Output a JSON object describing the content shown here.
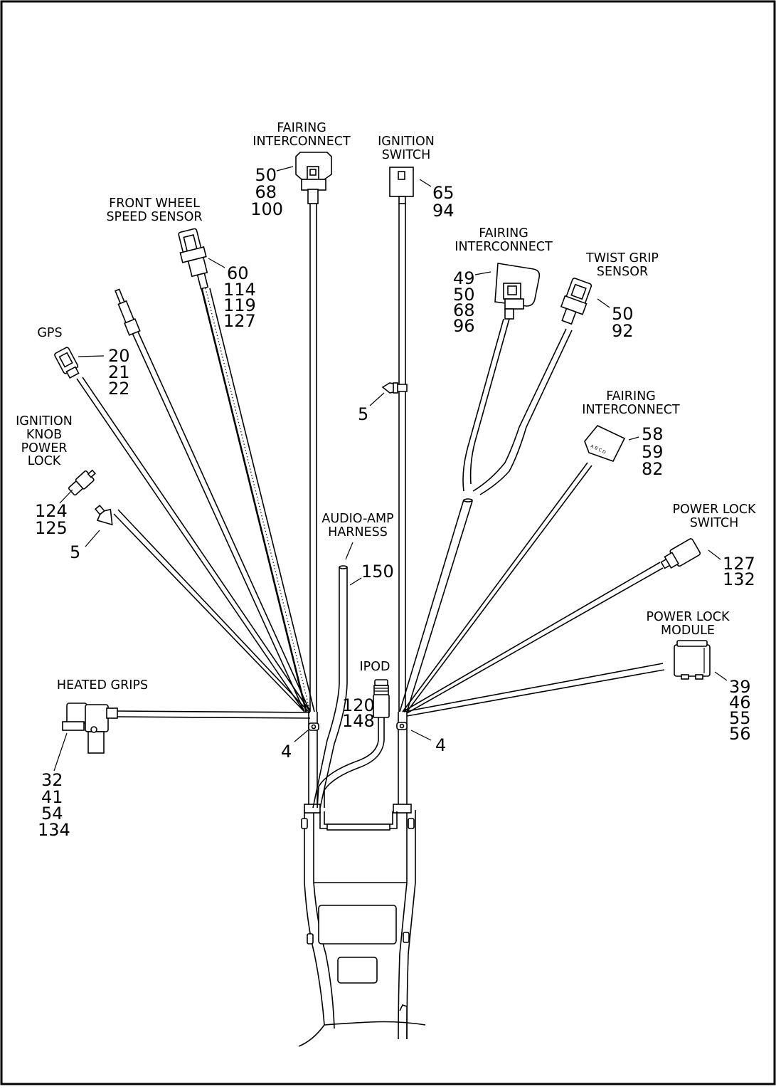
{
  "callouts": [
    {
      "key": "fairing_interconnect_top",
      "title": [
        "FAIRING",
        "INTERCONNECT"
      ],
      "numbers": [
        "50",
        "68",
        "100"
      ]
    },
    {
      "key": "ignition_switch",
      "title": [
        "IGNITION",
        "SWITCH"
      ],
      "numbers": [
        "65",
        "94"
      ]
    },
    {
      "key": "front_wheel_speed_sensor",
      "title": [
        "FRONT WHEEL",
        "SPEED SENSOR"
      ],
      "numbers": [
        "60",
        "114",
        "119",
        "127"
      ]
    },
    {
      "key": "fairing_interconnect_right",
      "title": [
        "FAIRING",
        "INTERCONNECT"
      ],
      "numbers": [
        "49",
        "50",
        "68",
        "96"
      ]
    },
    {
      "key": "twist_grip_sensor",
      "title": [
        "TWIST GRIP",
        "SENSOR"
      ],
      "numbers": [
        "50",
        "92"
      ]
    },
    {
      "key": "gps",
      "title": [
        "GPS"
      ],
      "numbers": [
        "20",
        "21",
        "22"
      ]
    },
    {
      "key": "ignition_knob_power_lock",
      "title": [
        "IGNITION",
        "KNOB",
        "POWER",
        "LOCK"
      ],
      "numbers": [
        "124",
        "125"
      ]
    },
    {
      "key": "fairing_interconnect_small",
      "title": [
        "FAIRING",
        "INTERCONNECT"
      ],
      "numbers": [
        "58",
        "59",
        "82"
      ]
    },
    {
      "key": "power_lock_switch",
      "title": [
        "POWER LOCK",
        "SWITCH"
      ],
      "numbers": [
        "127",
        "132"
      ]
    },
    {
      "key": "audio_amp_harness",
      "title": [
        "AUDIO-AMP",
        "HARNESS"
      ],
      "numbers": [
        "150"
      ]
    },
    {
      "key": "power_lock_module",
      "title": [
        "POWER LOCK",
        "MODULE"
      ],
      "numbers": [
        "39",
        "46",
        "55",
        "56"
      ]
    },
    {
      "key": "ipod",
      "title": [
        "IPOD"
      ],
      "numbers": [
        "120",
        "148"
      ]
    },
    {
      "key": "heated_grips",
      "title": [
        "HEATED GRIPS"
      ],
      "numbers": [
        "32",
        "41",
        "54",
        "134"
      ]
    }
  ],
  "single_callouts": [
    {
      "key": "clip_center",
      "number": "5"
    },
    {
      "key": "clip_left",
      "number": "5"
    },
    {
      "key": "tie_left",
      "number": "4"
    },
    {
      "key": "tie_right",
      "number": "4"
    }
  ],
  "connector_pin_letters": "A B C D"
}
